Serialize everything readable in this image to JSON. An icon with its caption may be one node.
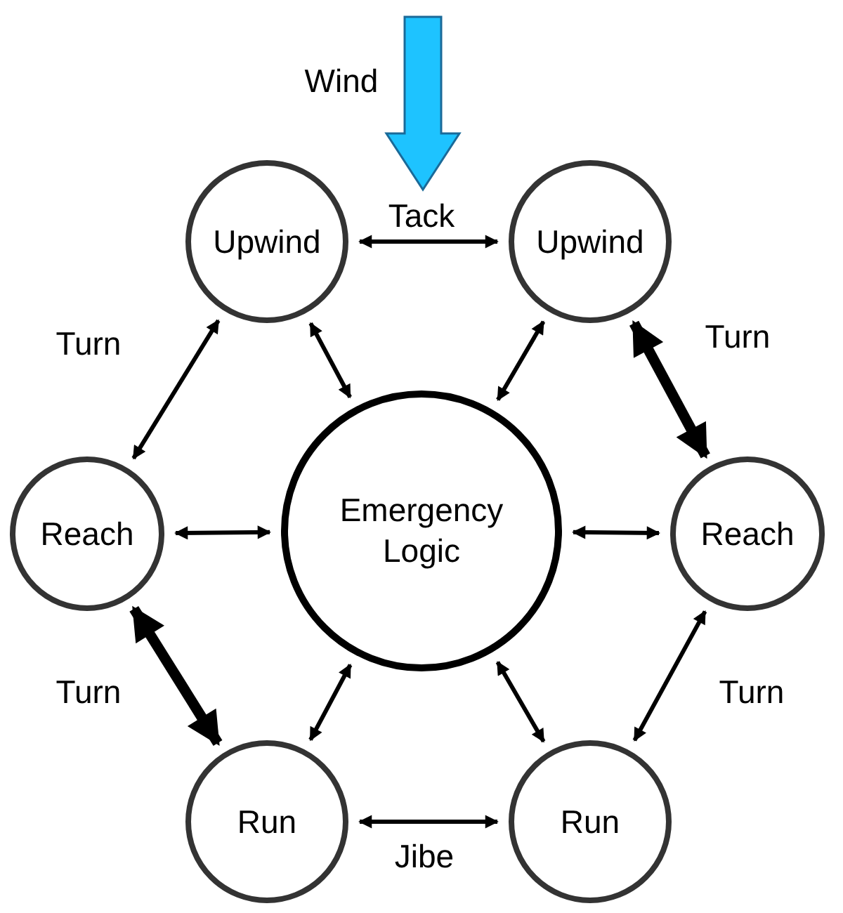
{
  "diagram": {
    "nodes": [
      {
        "text": [
          "Upwind"
        ]
      },
      {
        "text": [
          "Upwind"
        ]
      },
      {
        "text": [
          "Reach"
        ]
      },
      {
        "text": [
          "Emergency Logic"
        ]
      },
      {
        "text": [
          "Reach"
        ]
      },
      {
        "text": [
          "Run"
        ]
      },
      {
        "text": [
          "Run"
        ]
      }
    ],
    "edges": [
      {
        "from": 0,
        "to": 1,
        "arrow": "both",
        "label": "Tack"
      },
      {
        "from": 2,
        "to": 0,
        "arrow": "both",
        "label": "Turn"
      },
      {
        "from": 0,
        "to": 3,
        "arrow": "both"
      },
      {
        "from": 1,
        "to": 3,
        "arrow": "both"
      },
      {
        "from": 1,
        "to": 4,
        "arrow": "both",
        "label": "Turn",
        "style": "thick"
      },
      {
        "from": 2,
        "to": 3,
        "arrow": "both"
      },
      {
        "from": 4,
        "to": 3,
        "arrow": "both"
      },
      {
        "from": 2,
        "to": 5,
        "arrow": "both",
        "label": "Turn",
        "style": "thick"
      },
      {
        "from": 5,
        "to": 3,
        "arrow": "both"
      },
      {
        "from": 6,
        "to": 3,
        "arrow": "both"
      },
      {
        "from": 6,
        "to": 4,
        "arrow": "both",
        "label": "Turn"
      },
      {
        "from": 5,
        "to": 6,
        "arrow": "both",
        "label": "Jibe"
      }
    ],
    "labels": [
      "Wind"
    ]
  }
}
